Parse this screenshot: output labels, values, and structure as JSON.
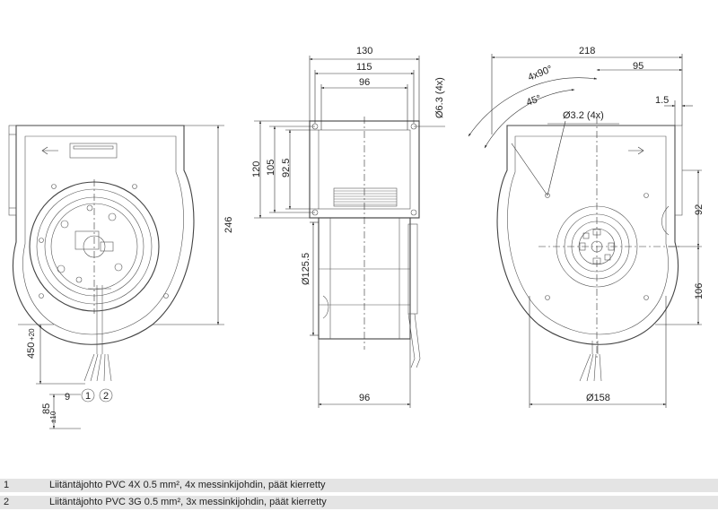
{
  "left_view": {
    "height_dim": "246",
    "cable_length_dim": "450",
    "cable_length_tol": "+20",
    "strip_length_dim": "85",
    "strip_length_tol": "±10",
    "wire_end_dim": "9",
    "callout_1": "1",
    "callout_2": "2"
  },
  "middle_view": {
    "width_overall": "130",
    "width_holes": "115",
    "width_outlet": "96",
    "hole_dia": "Ø6.3 (4x)",
    "height_120": "120",
    "height_105": "105",
    "height_92_5": "92.5",
    "wheel_dia": "Ø125.5",
    "bottom_width": "96"
  },
  "right_view": {
    "width_overall": "218",
    "width_95": "95",
    "dim_1_5": "1.5",
    "angle_4x90": "4x90°",
    "angle_45": "45°",
    "hole_dia": "Ø3.2 (4x)",
    "height_92": "92",
    "height_106": "106",
    "motor_dia": "Ø158"
  },
  "legend": [
    {
      "num": "1",
      "text": "Liitäntäjohto PVC 4X 0.5 mm², 4x messinkijohdin, päät kierretty"
    },
    {
      "num": "2",
      "text": "Liitäntäjohto PVC 3G 0.5 mm², 3x messinkijohdin, päät kierretty"
    }
  ]
}
